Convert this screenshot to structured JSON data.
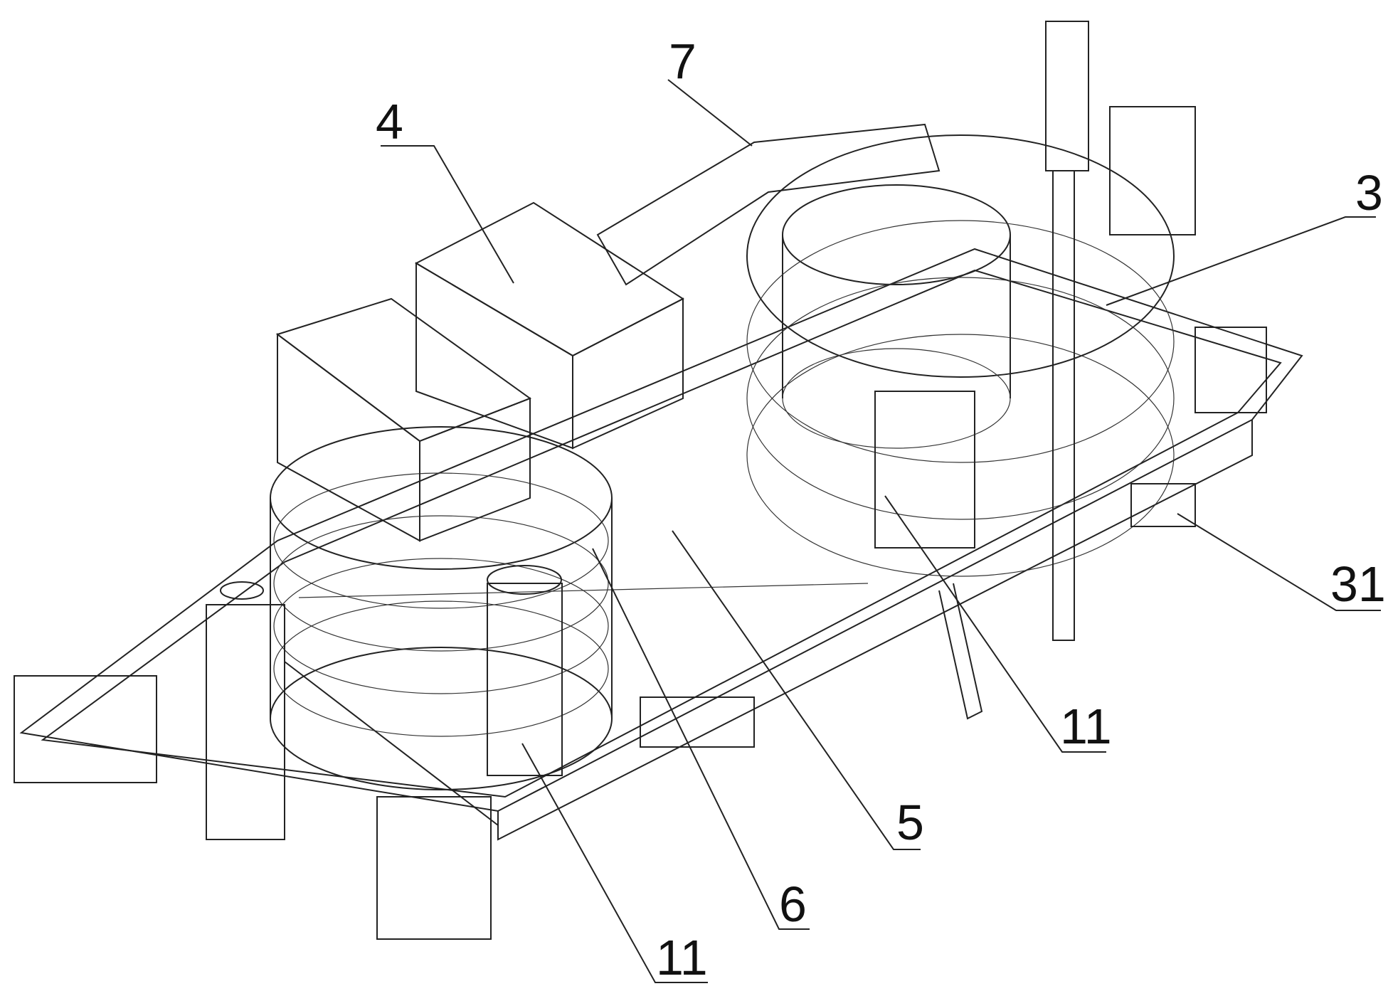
{
  "figure": {
    "labels": [
      {
        "id": "label-7",
        "text": "7"
      },
      {
        "id": "label-4",
        "text": "4"
      },
      {
        "id": "label-3",
        "text": "3"
      },
      {
        "id": "label-31",
        "text": "31"
      },
      {
        "id": "label-11-right",
        "text": "11"
      },
      {
        "id": "label-5",
        "text": "5"
      },
      {
        "id": "label-6",
        "text": "6"
      },
      {
        "id": "label-11-left",
        "text": "11"
      }
    ]
  }
}
